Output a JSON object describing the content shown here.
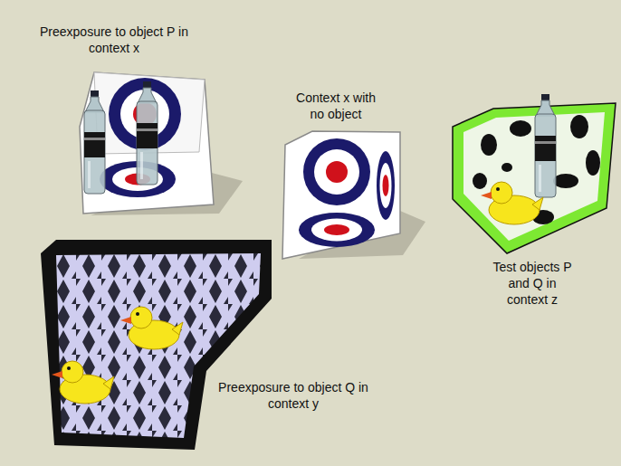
{
  "diagram": {
    "labels": [
      "Preexposure to object P in context x",
      "Context x with no object",
      "Test objects P and Q in context z",
      "Preexposure to object Q in context y"
    ]
  }
}
